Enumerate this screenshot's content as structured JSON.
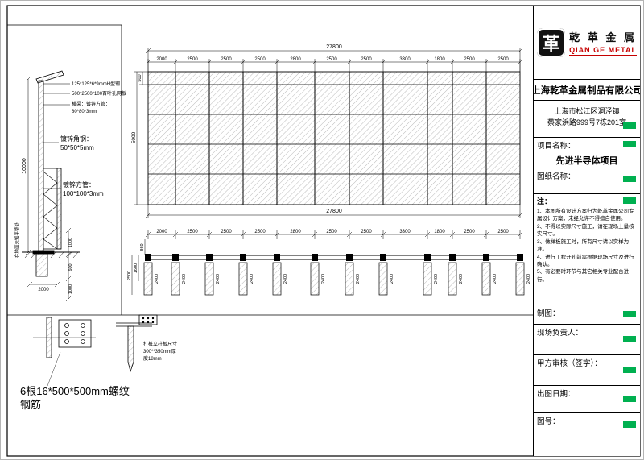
{
  "colors": {
    "accent_red": "#c60000",
    "highlight_green": "#00b050",
    "line": "#000000"
  },
  "title_block": {
    "logo_glyph": "革",
    "logo_cn": "乾 革 金 属",
    "logo_en": "QIAN GE METAL",
    "company": "上海乾革金属制品有限公司",
    "address1": "上海市松江区洞泾镇",
    "address2": "蔡家浜路999号7栋201室",
    "project_label": "项目名称：",
    "project_value": "先进半导体项目",
    "drawing_name_label": "图纸名称：",
    "notes_label": "注：",
    "notes": [
      "1、本图所有设计方案归为乾革金属公司专属设计方案，未经允许不得擅自使用。",
      "2、不得以实际尺寸施工，请在现场上量核实尺寸。",
      "3、做样板施工时，所有尺寸请以实样为准。",
      "4、进行工程开孔前需根据现场尺寸及进行确认。",
      "5、有必要时环节与其它相关专业配合进行。"
    ],
    "draft_label": "制图：",
    "site_manager_label": "现场负责人：",
    "client_review_label": "甲方审核（签字）：",
    "date_label": "出图日期：",
    "number_label": "图号："
  },
  "drawing": {
    "elevation": {
      "total": "27800",
      "segments": [
        "2000",
        "2500",
        "2500",
        "2500",
        "2800",
        "2500",
        "2500",
        "3300",
        "1800",
        "2500",
        "2500"
      ],
      "height": "5000",
      "top_band": "500"
    },
    "plan": {
      "total": "27800",
      "segments": [
        "2000",
        "2500",
        "2500",
        "2500",
        "2800",
        "2500",
        "2500",
        "3300",
        "1800",
        "2500",
        "2500"
      ],
      "left_dims": [
        "860",
        "1600",
        "2500"
      ],
      "footings": [
        "2400",
        "2400",
        "2400",
        "2400",
        "2400",
        "2400",
        "2400",
        "2400",
        "2400",
        "2400",
        "2400",
        "2400"
      ]
    },
    "post": {
      "ann1": "125*125*6*9mmH型钢",
      "ann2": "500*2500*100百叶孔网板",
      "ann3a": "横梁：镀锌方管：",
      "ann3b": "80*80*3mm",
      "ann4a": "镀锌角钢：",
      "ann4b": "50*50*5mm",
      "ann5a": "镀锌方管：",
      "ann5b": "100*100*3mm",
      "height": "10000",
      "d1": "1000",
      "d2": "600",
      "d3": "1000",
      "d4": "2000",
      "ground_note": "在地面未知平整处"
    },
    "details": {
      "rebar1": "6根16*500*500mm螺纹",
      "rebar2": "钢筋",
      "pile1": "打桩立柱板尺寸",
      "pile2": "300**350mm厚",
      "pile3": "度18mm"
    }
  }
}
